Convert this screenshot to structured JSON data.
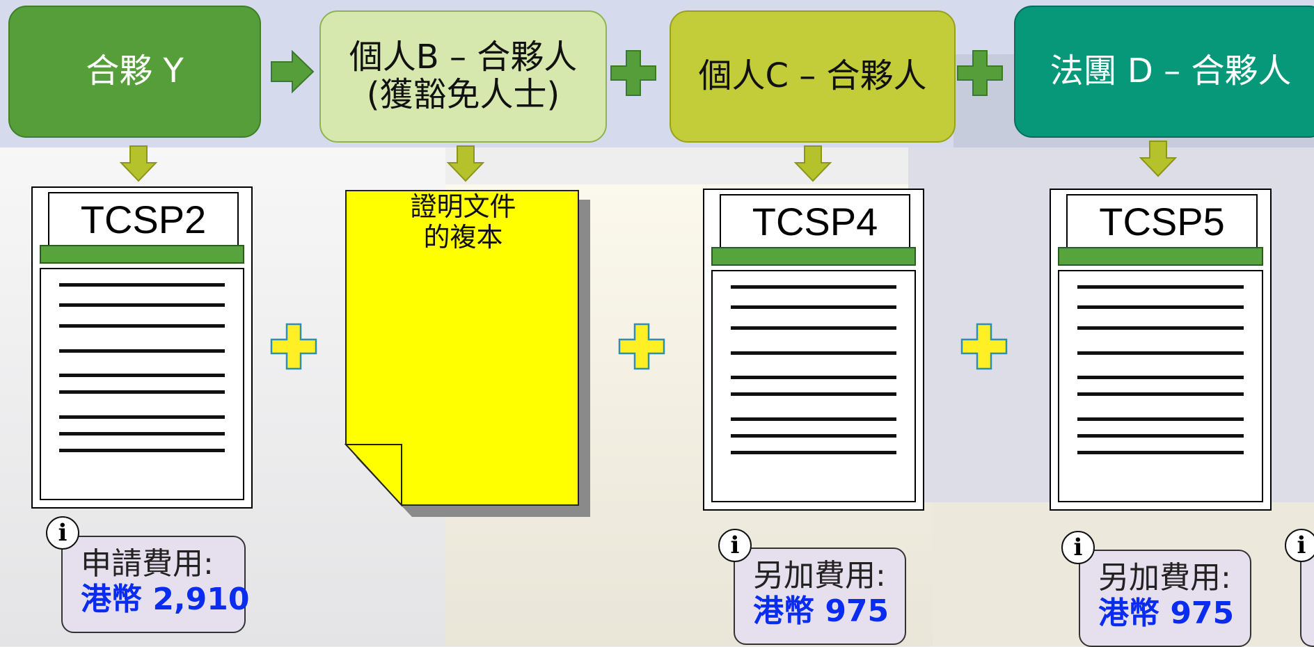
{
  "entities": [
    {
      "label": "合夥 Y"
    },
    {
      "label": "個人B – 合夥人\n(獲豁免人士)"
    },
    {
      "label": "個人C – 合夥人"
    },
    {
      "label": "法團 D – 合夥人"
    }
  ],
  "documents": [
    {
      "title": "TCSP2"
    },
    {
      "title": "TCSP4"
    },
    {
      "title": "TCSP5"
    }
  ],
  "note": {
    "label": "證明文件\n的複本"
  },
  "fees": [
    {
      "label": "申請費用:",
      "amount": "港幣 2,910"
    },
    {
      "label": "另加費用:",
      "amount": "港幣 975"
    },
    {
      "label": "另加費用:",
      "amount": "港幣 975"
    }
  ],
  "info_icon": "i",
  "icons": [
    "right-arrow-icon",
    "plus-icon",
    "down-arrow-icon",
    "info-icon"
  ],
  "colors": {
    "partnership": "#569e3a",
    "individual_b": "#d6e8ad",
    "individual_c": "#c3cd3a",
    "corporation_d": "#079779",
    "note_yellow": "#ffff00",
    "fee_amount": "#0a2cf0",
    "form_bar": "#57a33c"
  }
}
